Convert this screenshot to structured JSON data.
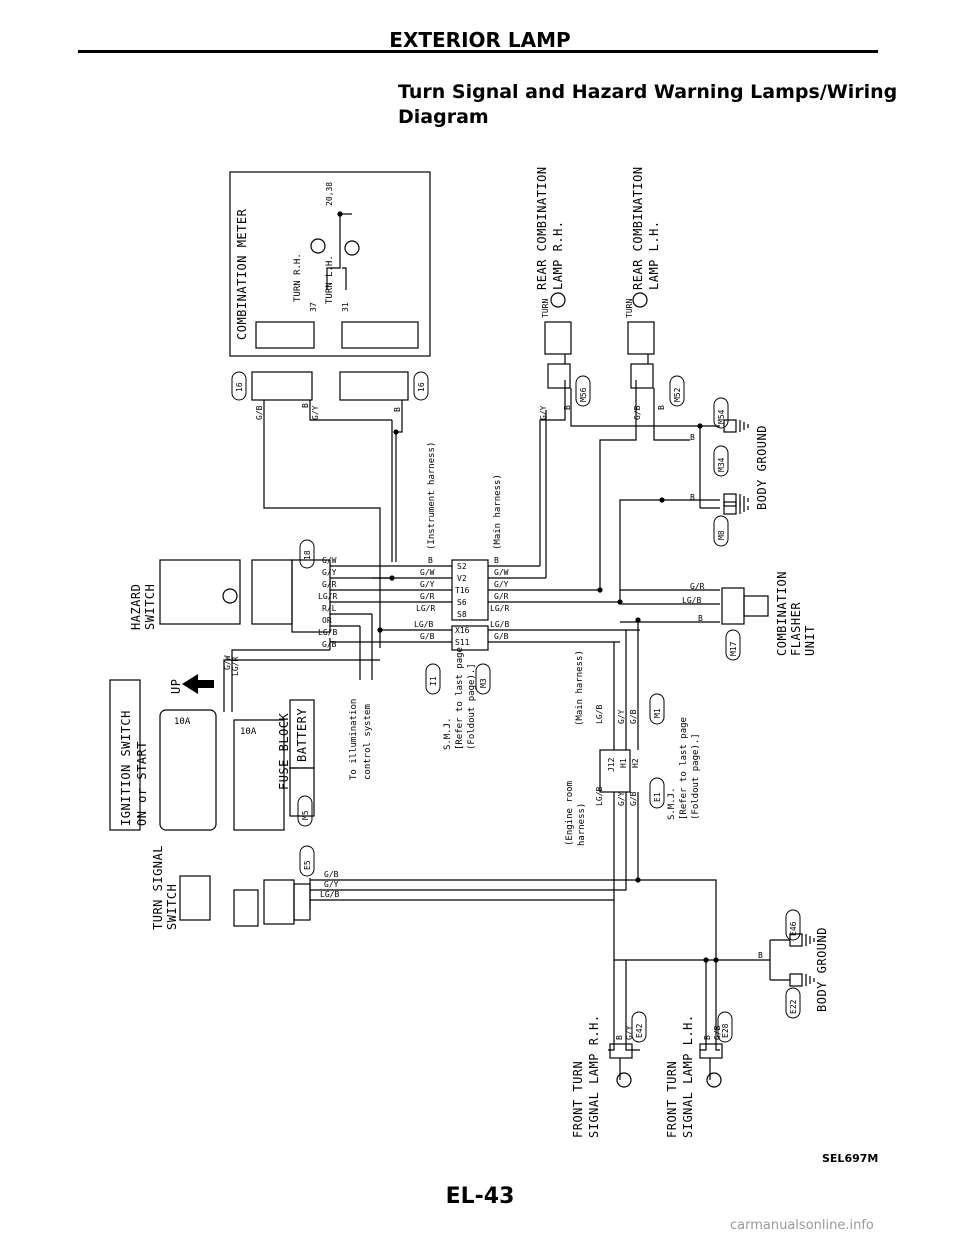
{
  "header": {
    "title": "EXTERIOR LAMP",
    "section_title_line1": "Turn Signal and Hazard Warning Lamps/Wiring",
    "section_title_line2": "Diagram"
  },
  "components": {
    "combination_meter": "COMBINATION METER",
    "turn_rh": "TURN R.H.",
    "turn_lh": "TURN L.H.",
    "rear_rh": [
      "REAR COMBINATION",
      "LAMP R.H."
    ],
    "rear_lh": [
      "REAR COMBINATION",
      "LAMP L.H."
    ],
    "hazard_switch": [
      "HAZARD",
      "SWITCH"
    ],
    "ignition_switch": [
      "IGNITION SWITCH",
      "ON or START"
    ],
    "up": "UP",
    "fuse_block": "FUSE BLOCK",
    "fuse_amps": "10A",
    "battery": "BATTERY",
    "illumination": [
      "To illumination",
      "control system"
    ],
    "instrument_harness": "(Instrument harness)",
    "main_harness": "(Main harness)",
    "engine_room_harness": [
      "(Engine room",
      "harness)"
    ],
    "smj_1": [
      "S.M.J.",
      "[Refer to last page",
      "(Foldout page).]"
    ],
    "smj_2": [
      "S.M.J.",
      "[Refer to last page",
      "(Foldout page).]"
    ],
    "flasher_unit": [
      "COMBINATION",
      "FLASHER",
      "UNIT"
    ],
    "body_ground_1": "BODY GROUND",
    "body_ground_2": "BODY GROUND",
    "turn_signal_switch": [
      "TURN SIGNAL",
      "SWITCH"
    ],
    "front_rh": [
      "FRONT TURN",
      "SIGNAL LAMP R.H."
    ],
    "front_lh": [
      "FRONT TURN",
      "SIGNAL LAMP L.H."
    ],
    "turn_tag": "TURN"
  },
  "connectors": {
    "c16a": "16",
    "c16b": "16",
    "c18": "18",
    "m56": "M56",
    "m52": "M52",
    "m54": "M54",
    "m34": "M34",
    "m8": "M8",
    "m17": "M17",
    "m5": "M5",
    "m3": "M3",
    "i1": "I1",
    "m1": "M1",
    "e1": "E1",
    "e5": "E5",
    "e46": "E46",
    "e22": "E22",
    "e42": "E42",
    "e28": "E28"
  },
  "terminals": {
    "t37": "37",
    "t31": "31",
    "t2038": "20,38",
    "s2": "S2",
    "v2": "V2",
    "t16": "T16",
    "s6": "S6",
    "s8": "S8",
    "x16": "X16",
    "s11": "S11",
    "j12": "J12",
    "h1": "H1",
    "h2": "H2"
  },
  "wires": {
    "b": "B",
    "gw": "G/W",
    "gy": "G/Y",
    "gr": "G/R",
    "lgr": "LG/R",
    "rl": "R/L",
    "or": "OR",
    "lgb": "LG/B",
    "gb": "G/B"
  },
  "footer": {
    "figure_code": "SEL697M",
    "page_number": "EL-43",
    "watermark": "carmanualsonline.info"
  },
  "colors": {
    "ink": "#000000",
    "paper": "#ffffff",
    "watermark": "#9a9a9a"
  }
}
